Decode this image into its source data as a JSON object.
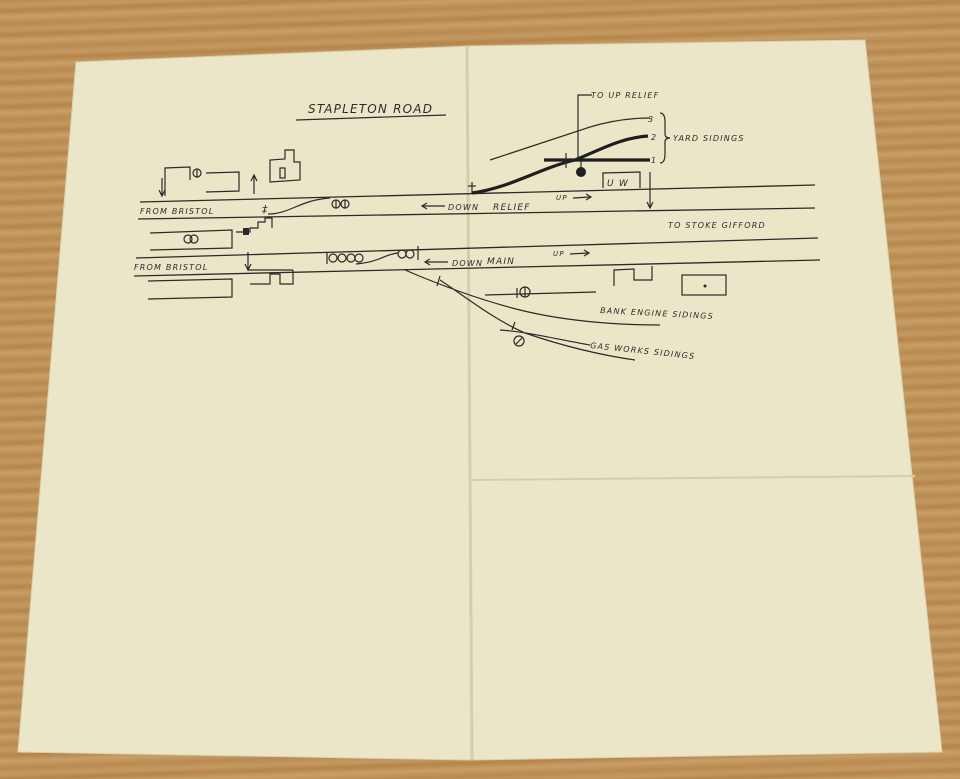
{
  "diagram": {
    "title": "STAPLETON ROAD",
    "labels": {
      "from_bristol_upper": "FROM BRISTOL",
      "from_bristol_lower": "FROM BRISTOL",
      "down_relief_down": "DOWN",
      "down_relief_relief": "RELIEF",
      "up_relief": "UP",
      "to_stoke_gifford": "TO STOKE GIFFORD",
      "down_main_down": "DOWN",
      "down_main_main": "MAIN",
      "up_main": "UP",
      "to_up_relief": "TO UP RELIEF",
      "yard_sidings": "YARD SIDINGS",
      "siding_3": "3",
      "siding_2": "2",
      "siding_1": "1",
      "bank_engine_sidings": "BANK ENGINE SIDINGS",
      "gas_works_sidings": "GAS WORKS SIDINGS"
    },
    "colors": {
      "paper": "#ece6c8",
      "ink": "#2a2a2a",
      "table": "#c09560"
    }
  }
}
